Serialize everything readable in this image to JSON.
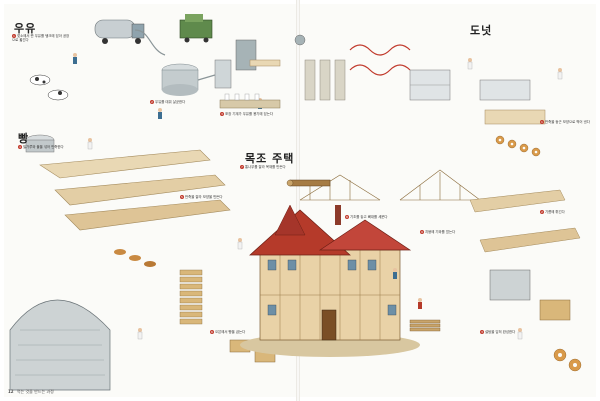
{
  "sections": {
    "milk": {
      "title": "우유"
    },
    "bread": {
      "title": "빵"
    },
    "house": {
      "title": "목조 주택"
    },
    "donut": {
      "title": "도넛"
    }
  },
  "captions": [
    "젖소에서 짠 우유를 탱크에 담아 공장으로 옮긴다",
    "우유를 데워 살균한다",
    "포장 기계가 우유를 용기에 담는다",
    "밀가루와 물을 섞어 반죽한다",
    "반죽을 잘라 모양을 만든다",
    "오븐에서 빵을 굽는다",
    "통나무를 잘라 목재를 만든다",
    "기초를 놓고 뼈대를 세운다",
    "지붕에 기와를 얹는다",
    "반죽을 둥근 모양으로 찍어 낸다",
    "기름에 튀긴다",
    "설탕을 입혀 완성한다"
  ],
  "footer": {
    "page_number": "12",
    "text": "먹는 것을 만드는 과정"
  },
  "colors": {
    "accent": "#c0392b",
    "paper": "#fbfbf8",
    "roof": "#b53a2a",
    "wood": "#c9a46a",
    "steel": "#9aa7a8"
  }
}
